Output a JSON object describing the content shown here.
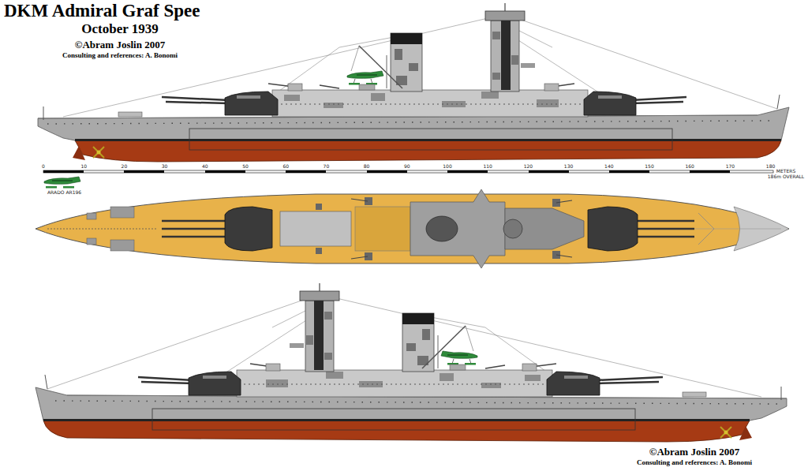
{
  "diagram": {
    "title": "DKM Admiral Graf Spee",
    "labels": [
      "October 1939",
      "©Abram Joslin 2007",
      "Consulting and references: A. Bonomi",
      "©Abram Joslin 2007",
      "Consulting and references: A. Bonomi",
      "0",
      "10",
      "20",
      "30",
      "40",
      "50",
      "60",
      "70",
      "80",
      "90",
      "100",
      "110",
      "120",
      "130",
      "140",
      "150",
      "160",
      "170",
      "180",
      "METERS",
      "186m OVERALL",
      "ARADO AR196"
    ]
  }
}
